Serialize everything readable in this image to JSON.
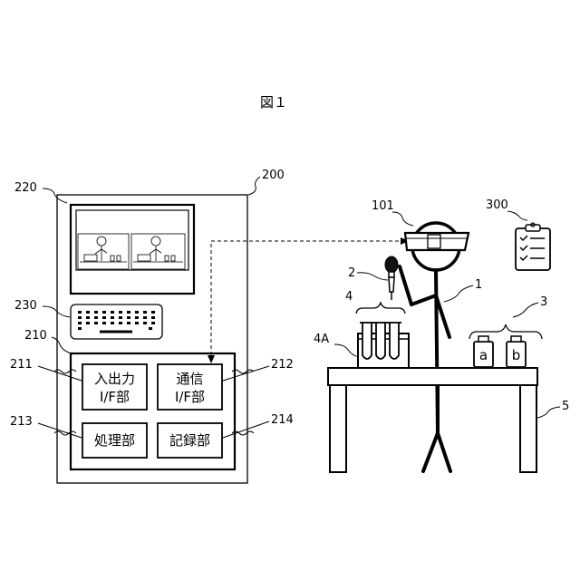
{
  "figure": {
    "title": "図１"
  },
  "labels": {
    "computer": "200",
    "display": "220",
    "keyboard": "230",
    "control": "210",
    "io_ref": "211",
    "comm_ref": "212",
    "proc_ref": "213",
    "rec_ref": "214",
    "hmd": "101",
    "person": "1",
    "pipette": "2",
    "bottles": "3",
    "tubes": "4",
    "rack": "4A",
    "table": "5",
    "checklist": "300"
  },
  "blocks": {
    "io_line1": "入出力",
    "io_line2": "I/F部",
    "comm_line1": "通信",
    "comm_line2": "I/F部",
    "processing": "処理部",
    "recording": "記録部"
  },
  "bottle_labels": {
    "a": "a",
    "b": "b"
  }
}
